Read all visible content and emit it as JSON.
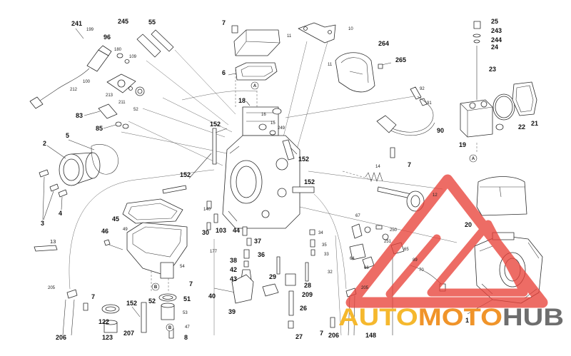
{
  "diagram": {
    "callouts": [
      "241",
      "199",
      "245",
      "55",
      "96",
      "180",
      "109",
      "100",
      "212",
      "213",
      "211",
      "52",
      "83",
      "85",
      "2",
      "5",
      "4",
      "3",
      "13",
      "152",
      "45",
      "46",
      "49",
      "54",
      "7",
      "51",
      "52",
      "152",
      "53",
      "122",
      "123",
      "207",
      "47",
      "8",
      "7",
      "205",
      "206",
      "7",
      "6",
      "18",
      "16",
      "15",
      "249",
      "152",
      "152",
      "152",
      "11",
      "10",
      "11",
      "264",
      "265",
      "140",
      "30",
      "103",
      "44",
      "177",
      "38",
      "42",
      "43",
      "37",
      "36",
      "34",
      "35",
      "33",
      "29",
      "32",
      "28",
      "209",
      "40",
      "39",
      "26",
      "27",
      "7",
      "206",
      "148",
      "205",
      "92",
      "91",
      "90",
      "7",
      "25",
      "243",
      "244",
      "24",
      "23",
      "22",
      "21",
      "19",
      "14",
      "12",
      "20",
      "67",
      "250",
      "251",
      "64",
      "65",
      "66",
      "89",
      "70",
      "1"
    ],
    "reference_marks": [
      "A",
      "A",
      "B",
      "B"
    ]
  },
  "watermark": {
    "part_1": "AUTO",
    "part_2": "MOTO",
    "part_3": "HUB"
  },
  "colors": {
    "line": "#2b2b2b",
    "logo_red": "#e8433b",
    "wm_auto": "#f5b82e",
    "wm_moto": "#f0942a",
    "wm_hub": "#6e6e6e"
  }
}
